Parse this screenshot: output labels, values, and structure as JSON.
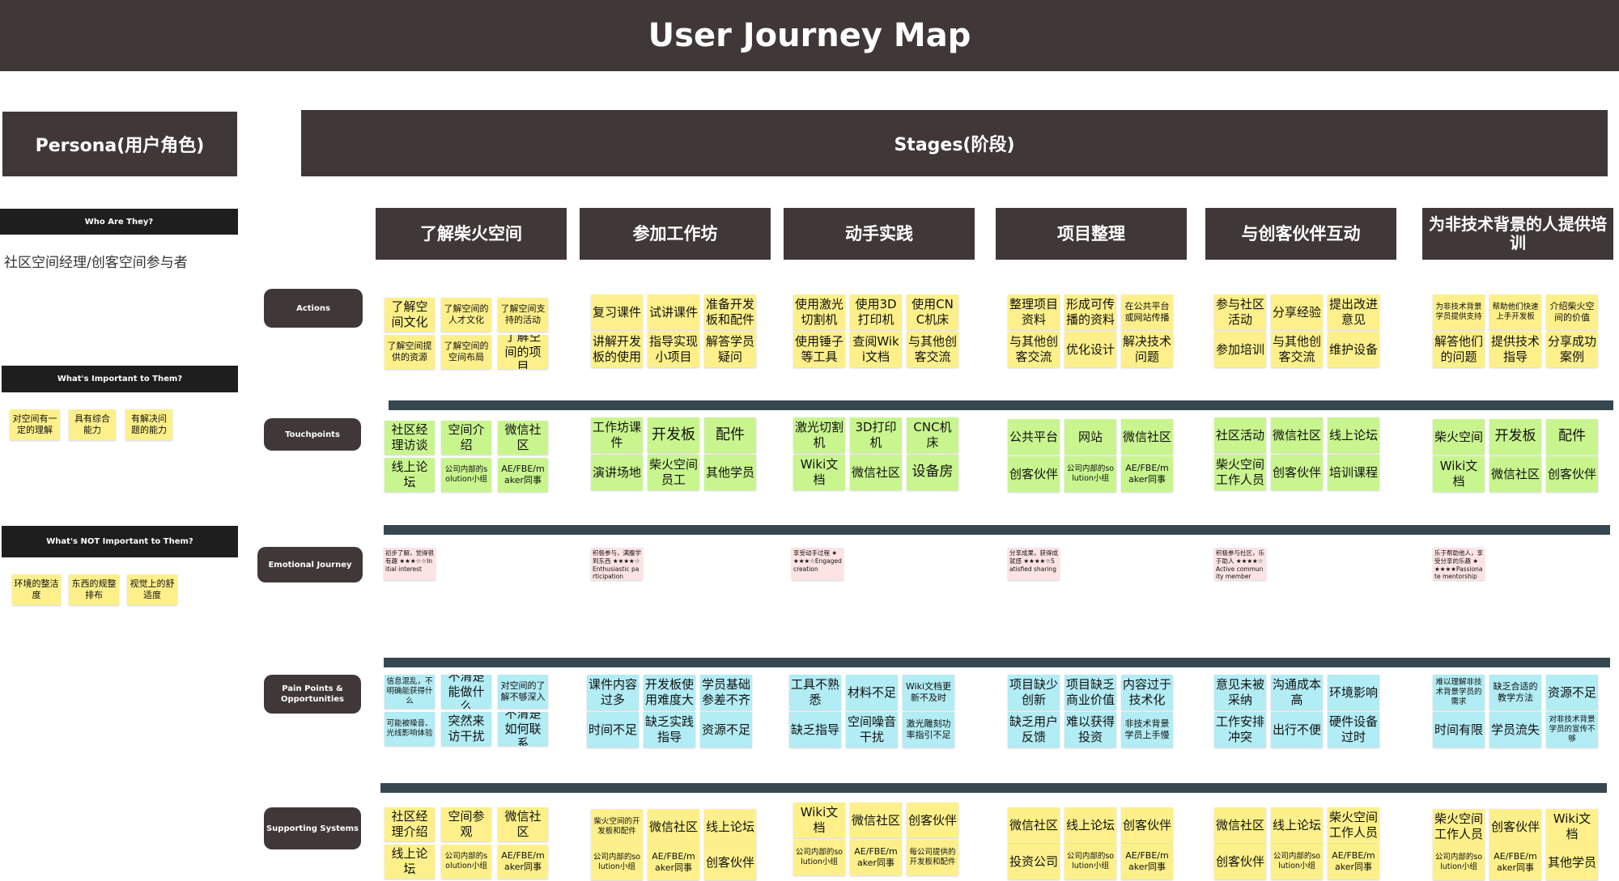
{
  "title": "User Journey Map",
  "persona_header": "Persona(用户角色)",
  "stages_header": "Stages(阶段)",
  "who": {
    "label": "Who Are They?",
    "text": "社区空间经理/创客空间参与者"
  },
  "important": {
    "label": "What's Important to Them?",
    "items": [
      "对空间有一定的理解",
      "具有综合能力",
      "有解决问题的能力"
    ]
  },
  "not_important": {
    "label": "What's  NOT Important to Them?",
    "items": [
      "环境的整洁度",
      "东西的规整排布",
      "视觉上的舒适度"
    ]
  },
  "rows": {
    "actions": "Actions",
    "touchpoints": "Touchpoints",
    "emotional": "Emotional Journey",
    "pain": "Pain Points & Opportunities",
    "support": "Supporting Systems"
  },
  "stages": [
    {
      "name": "了解柴火空间",
      "actions": [
        "了解空间文化",
        "了解空间的人才文化",
        "了解空间支持的活动",
        "了解空间提供的资源",
        "了解空间的空间布局",
        "了解空间的项目"
      ],
      "touchpoints": [
        "社区经理访谈",
        "空间介绍",
        "微信社区",
        "线上论坛",
        "公司内部的solution小组",
        "AE/FBE/maker同事"
      ],
      "emotion": "初步了解，觉得很有趣 ★★★☆☆Initial interest",
      "pains": [
        "信息混乱，不明确能获得什么",
        "不清楚能做什么",
        "对空间的了解不够深入",
        "可能被噪音、光线影响体验",
        "突然来访干扰",
        "不清楚如何联系"
      ],
      "support": [
        "社区经理介绍",
        "空间参观",
        "微信社区",
        "线上论坛",
        "公司内部的solution小组",
        "AE/FBE/maker同事"
      ]
    },
    {
      "name": "参加工作坊",
      "actions": [
        "复习课件",
        "试讲课件",
        "准备开发板和配件",
        "讲解开发板的使用",
        "指导实现小项目",
        "解答学员疑问"
      ],
      "touchpoints": [
        "工作坊课件",
        "开发板",
        "配件",
        "演讲场地",
        "柴火空间员工",
        "其他学员"
      ],
      "emotion": "积极参与，满腹学到东西 ★★★★☆Enthusiastic participation",
      "pains": [
        "课件内容过多",
        "开发板使用难度大",
        "学员基础参差不齐",
        "时间不足",
        "缺乏实践指导",
        "资源不足"
      ],
      "support": [
        "柴火空间的开发板和配件",
        "微信社区",
        "线上论坛",
        "公司内部的solution小组",
        "AE/FBE/maker同事",
        "创客伙伴"
      ]
    },
    {
      "name": "动手实践",
      "actions": [
        "使用激光切割机",
        "使用3D打印机",
        "使用CNC机床",
        "使用锤子等工具",
        "查阅Wiki文档",
        "与其他创客交流"
      ],
      "touchpoints": [
        "激光切割机",
        "3D打印机",
        "CNC机床",
        "Wiki文档",
        "微信社区",
        "设备房"
      ],
      "emotion": "享受动手过程 ★★★★☆Engaged creation",
      "pains": [
        "工具不熟悉",
        "材料不足",
        "Wiki文档更新不及时",
        "缺乏指导",
        "空间噪音干扰",
        "激光雕刻功率指引不足"
      ],
      "support": [
        "Wiki文档",
        "微信社区",
        "创客伙伴",
        "公司内部的solution小组",
        "AE/FBE/maker同事",
        "每公司提供的开发板和配件"
      ]
    },
    {
      "name": "项目整理",
      "actions": [
        "整理项目资料",
        "形成可传播的资料",
        "在公共平台或网站传播",
        "与其他创客交流",
        "优化设计",
        "解决技术问题"
      ],
      "touchpoints": [
        "公共平台",
        "网站",
        "微信社区",
        "创客伙伴",
        "公司内部的solution小组",
        "AE/FBE/maker同事"
      ],
      "emotion": "分享成果，获得成就感 ★★★★☆Satisfied sharing",
      "pains": [
        "项目缺少创新",
        "项目缺乏商业价值",
        "内容过于技术化",
        "缺乏用户反馈",
        "难以获得投资",
        "非技术背景学员上手慢"
      ],
      "support": [
        "微信社区",
        "线上论坛",
        "创客伙伴",
        "投资公司",
        "公司内部的solution小组",
        "AE/FBE/maker同事"
      ]
    },
    {
      "name": "与创客伙伴互动",
      "actions": [
        "参与社区活动",
        "分享经验",
        "提出改进意见",
        "参加培训",
        "与其他创客交流",
        "维护设备"
      ],
      "touchpoints": [
        "社区活动",
        "微信社区",
        "线上论坛",
        "柴火空间工作人员",
        "创客伙伴",
        "培训课程"
      ],
      "emotion": "积极参与社区，乐于助人 ★★★★☆Active community member",
      "pains": [
        "意见未被采纳",
        "沟通成本高",
        "环境影响",
        "工作安排冲突",
        "出行不便",
        "硬件设备过时"
      ],
      "support": [
        "微信社区",
        "线上论坛",
        "柴火空间工作人员",
        "创客伙伴",
        "公司内部的solution小组",
        "AE/FBE/maker同事"
      ]
    },
    {
      "name": "为非技术背景的人提供培训",
      "actions": [
        "为非技术背景学员提供支持",
        "帮助他们快速上手开发板",
        "介绍柴火空间的价值",
        "解答他们的问题",
        "提供技术指导",
        "分享成功案例"
      ],
      "touchpoints": [
        "柴火空间",
        "开发板",
        "配件",
        "Wiki文档",
        "微信社区",
        "创客伙伴"
      ],
      "emotion": "乐于帮助他人，享受分享的乐趣 ★★★★★Passionate mentorship",
      "pains": [
        "难以理解非技术背景学员的需求",
        "缺乏合适的教学方法",
        "资源不足",
        "时间有限",
        "学员流失",
        "对非技术背景学员的宣传不够"
      ],
      "support": [
        "柴火空间工作人员",
        "创客伙伴",
        "Wiki文档",
        "公司内部的solution小组",
        "AE/FBE/maker同事",
        "其他学员"
      ]
    }
  ],
  "colors": {
    "header": "#403838",
    "bar": "#37474f",
    "yellow": "#fdf08a",
    "green": "#c9f58f",
    "blue": "#b2ecf4",
    "pink": "#fde3e3"
  }
}
